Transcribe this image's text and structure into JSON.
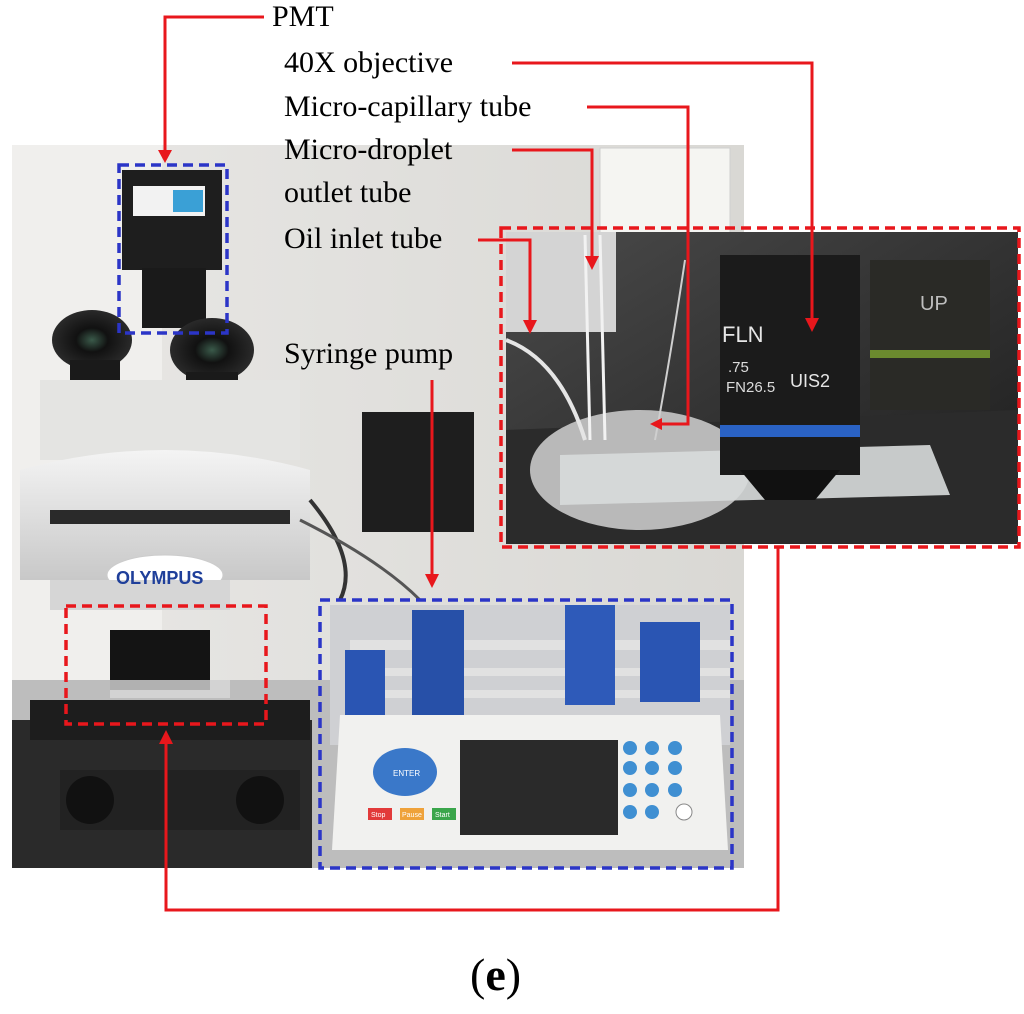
{
  "labels": {
    "pmt": "PMT",
    "objective": "40X objective",
    "capillary": "Micro-capillary tube",
    "droplet_line1": "Micro-droplet",
    "droplet_line2": "outlet tube",
    "oil_inlet": "Oil inlet tube",
    "syringe_pump": "Syringe pump"
  },
  "photo_text": {
    "microscope_brand": "OLYMPUS",
    "objective_marking_1": "FLN",
    "objective_marking_2": ".75",
    "objective_marking_3": "FN26.5",
    "objective_marking_4": "UIS2",
    "side_objective": "UP",
    "pump_keys": {
      "enter": "ENTER",
      "stop": "Stop",
      "pause": "Pause",
      "start": "Start"
    }
  },
  "caption": {
    "open": "(",
    "letter": "e",
    "close": ")"
  },
  "colors": {
    "arrow_red": "#e8171c",
    "box_red": "#e8171c",
    "box_blue": "#2b35c7"
  }
}
